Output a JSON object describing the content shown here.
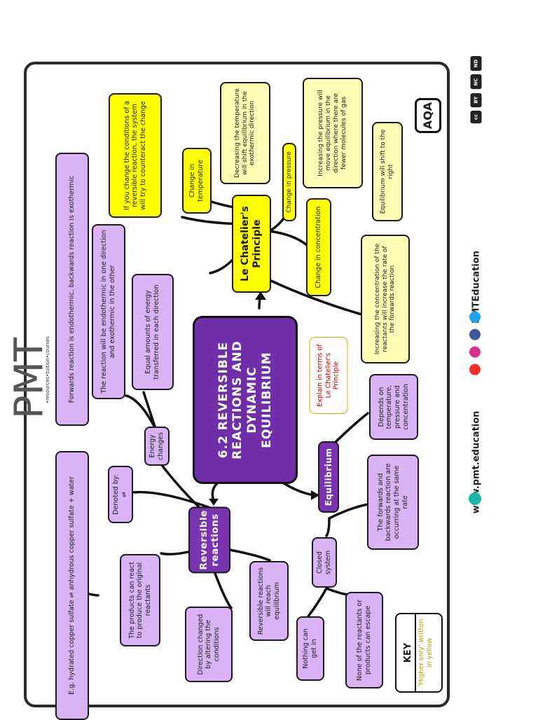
{
  "branding": {
    "logo_text": "PMT",
    "logo_tagline": "•resources•tuition•courses",
    "website": "www.pmt.education",
    "handle": "PMTEducation"
  },
  "badge": "AQA",
  "license": [
    "cc",
    "BY",
    "NC",
    "ND"
  ],
  "title": "6.2 REVERSIBLE REACTIONS AND DYNAMIC EQUILIBRIUM",
  "note": "Explain in terms of Le Chatelier's Principle",
  "key": {
    "title": "KEY",
    "text": "'Higher only' written in yellow"
  },
  "reversible": {
    "label": "Reversible reactions",
    "denoted": "Denoted by: ⇌",
    "example": "E.g. hydrated copper sulfate ⇌ anhydrous copper sulfate + water",
    "products_react": "The products can react to produce the original reactants",
    "direction_changed": "Direction changed by altering the conditions",
    "reach_equilibrium": "Reversible reactions will reach equilibrium",
    "energy_changes": "Energy changes",
    "forwards_endothermic": "Forwards reaction is endothermic, backwards reaction is exothermic",
    "endo_exo": "The reaction will be endothermic in one direction and exothermic in the other",
    "equal_energy": "Equal amounts of energy transferred in each direction"
  },
  "equilibrium": {
    "label": "Equilibrium",
    "closed_system": "Closed system",
    "nothing_in": "Nothing can get in",
    "none_escape": "None of the reactants or products can escape",
    "same_rate": "The forwards and backwards reaction are occurring at the same rate",
    "depends_on": "Depends on temperature, pressure and concentration"
  },
  "le_chatelier": {
    "label": "Le Chatelier's Principle",
    "definition": "If you change the conditions of a reversible reaction, the system will try to counteract the change",
    "temperature": "Change in temperature",
    "temperature_effect": "Decreasing the temperature will shift equilibrium in the exothermic direction",
    "pressure": "Change in pressure",
    "pressure_effect": "Increasing the pressure will move equilibrium in the direction where there are fewer molecules of gas",
    "concentration": "Change in concentration",
    "concentration_effect": "Equilibrium will shift to the right",
    "reactant_effect": "Increasing the concentration of the reactants will increase the rate of the forwards reaction"
  },
  "colors": {
    "lilac": "#d9b3f5",
    "yellow": "#ffff00",
    "pale_yellow": "#fdfdb5",
    "purple": "#6f2fa8"
  }
}
